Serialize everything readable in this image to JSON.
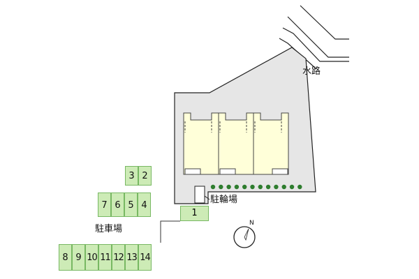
{
  "labels": {
    "waterway": "水路",
    "bicycle_parking": "駐輪場",
    "parking": "駐車場",
    "north": "N"
  },
  "parking_spaces": {
    "row_top": [
      "3",
      "2"
    ],
    "row_middle": [
      "7",
      "6",
      "5",
      "4"
    ],
    "entrance": "1",
    "row_bottom": [
      "8",
      "9",
      "10",
      "11",
      "12",
      "13",
      "14"
    ]
  },
  "colors": {
    "site": "#e6e6e6",
    "building": "#ffffd9",
    "parking_space": "#cdebb6",
    "hedge": "#2e7d2e"
  },
  "icons": {
    "compass": "north-arrow-compass"
  }
}
